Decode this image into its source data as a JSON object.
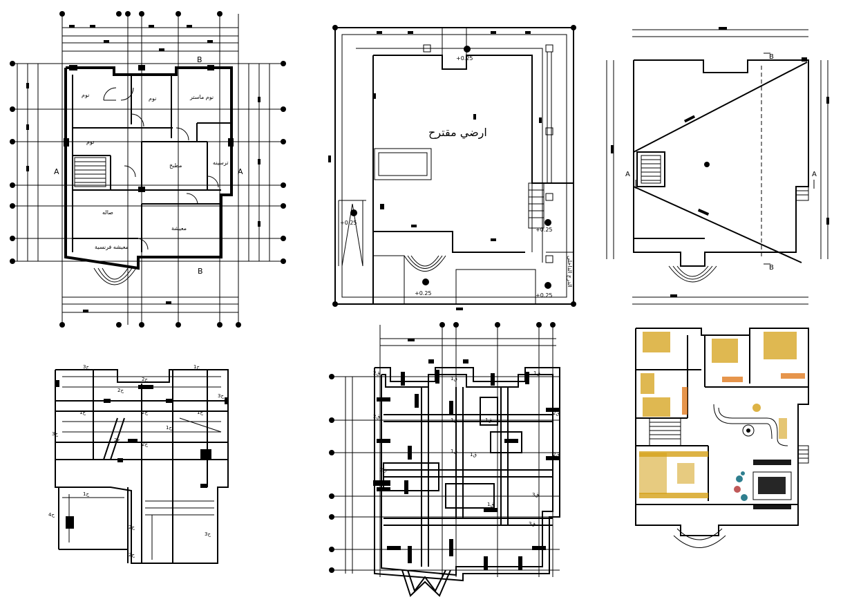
{
  "plan1": {
    "rooms": {
      "bed_left": "نوم",
      "bed_center": "نوم",
      "master_bed": "نوم ماستر",
      "bed_lower": "نوم",
      "kitchen": "مطبخ",
      "terrace": "ترسينه",
      "hall": "صاله",
      "living": "معيشة",
      "formal": "معيشه فرنسية"
    },
    "section_labels": [
      "A",
      "A",
      "B",
      "B"
    ]
  },
  "plan2": {
    "title": "ارضي مقترح",
    "levels": [
      "+0.25",
      "+0.25",
      "+0.25",
      "+0.25",
      "+0.25"
    ],
    "side_note": "الدرج الداخلي"
  },
  "plan3": {
    "section_labels": [
      "B",
      "B",
      "A",
      "A"
    ]
  },
  "plan4": {
    "tags": [
      "3ح",
      "2ح",
      "1ح",
      "2ح",
      "3ح",
      "1ح",
      "2ح",
      "1ح",
      "2ح",
      "3ح",
      "2ح",
      "1ح",
      "1ح",
      "3ح",
      "2ح",
      "2ح",
      "4ح"
    ]
  },
  "plan5": {
    "tags": [
      "2ق",
      "1ق",
      "1ق",
      "2ق",
      "1ق",
      "1ق",
      "1ق",
      "2ق",
      "1ق",
      "2ق",
      "3ق",
      "1ق",
      "2ق",
      "3ق"
    ]
  },
  "colors": {
    "line": "#000000",
    "furniture_gold": "#d4a017",
    "furniture_orange": "#e07a1f",
    "accent_teal": "#2f7f8f",
    "accent_red": "#b03030"
  }
}
